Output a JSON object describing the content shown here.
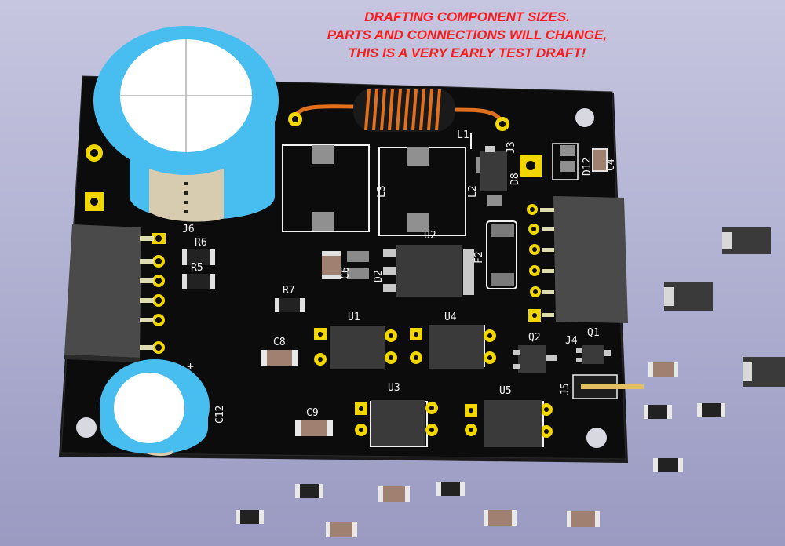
{
  "note_lines": [
    "DRAFTING COMPONENT SIZES.",
    "PARTS AND CONNECTIONS WILL CHANGE,",
    "THIS IS A VERY EARLY TEST DRAFT!"
  ],
  "designators": {
    "l1": "L1",
    "l2": "L2",
    "l3": "L3",
    "j3": "J3",
    "d8": "D8",
    "d12": "D12",
    "c4": "C4",
    "j6": "J6",
    "r6": "R6",
    "r5": "R5",
    "u2": "U2",
    "c6": "C6",
    "d2": "D2",
    "f2": "F2",
    "r7": "R7",
    "u1": "U1",
    "u4": "U4",
    "c8": "C8",
    "q2": "Q2",
    "j4": "J4",
    "q1": "Q1",
    "j5": "J5",
    "u3": "U3",
    "u5": "U5",
    "c9": "C9",
    "c12": "C12",
    "plus": "+"
  },
  "colors": {
    "board": "#0c0c0c",
    "pad": "#f2d600",
    "silk": "#f2f2f2",
    "cap_sleeve": "#48bdf0",
    "coil": "#e0701e",
    "text_red": "#ff1a1a"
  }
}
